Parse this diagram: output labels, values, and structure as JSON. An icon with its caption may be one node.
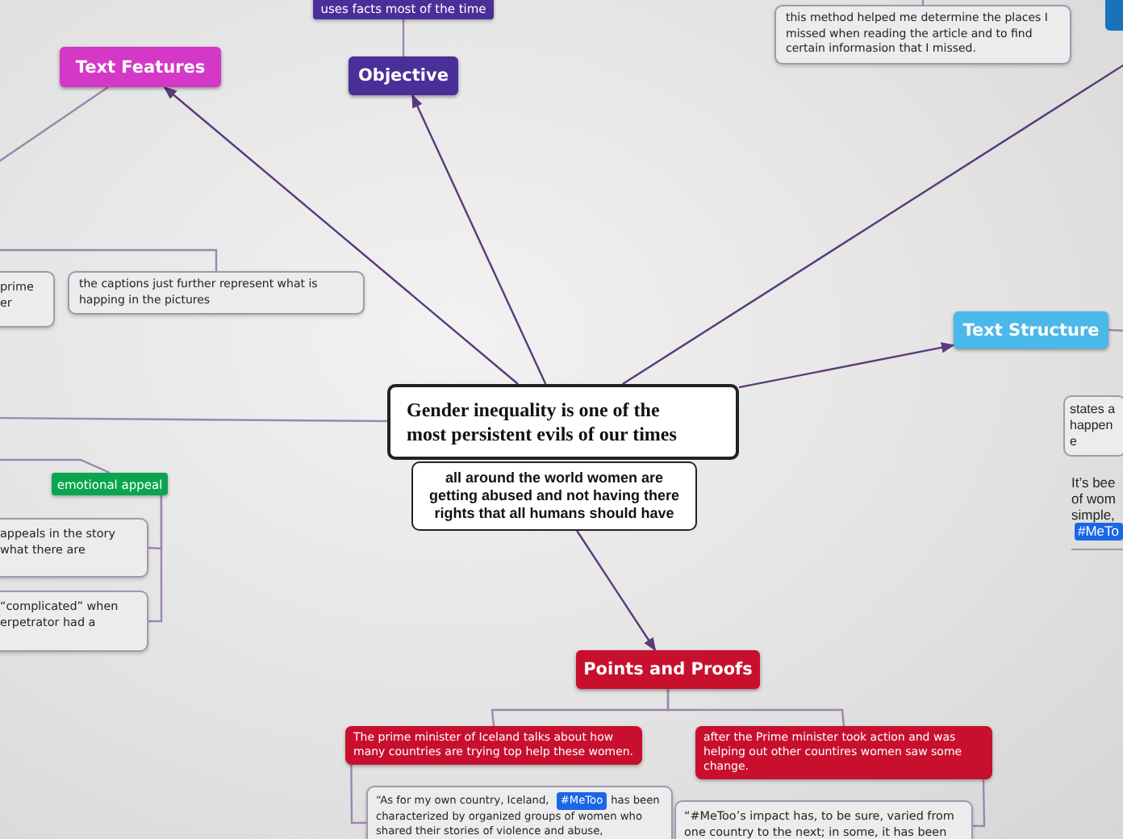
{
  "diagram": {
    "nodes": [
      {
        "text": [
          "Gender inequality is one of the most persistent evils of our times"
        ]
      },
      {
        "text": [
          "all around the world women are getting abused and not having there rights that all humans should have"
        ]
      },
      {
        "text": [
          "Text Features"
        ]
      },
      {
        "text": [
          "Objective"
        ]
      },
      {
        "text": [
          "uses facts most of the time"
        ]
      },
      {
        "text": [
          "this method helped me determine the places I missed when reading the article and to find certain informasion that I missed."
        ]
      },
      {
        "text": [],
        "shape": "box"
      },
      {
        "text": [
          "Text Structure"
        ]
      },
      {
        "text": [
          "states a happene"
        ]
      },
      {
        "text": [
          "It’s bee of wom simple,",
          "#MeTo"
        ]
      },
      {
        "text": [
          "prime er"
        ]
      },
      {
        "text": [
          "the captions just further represent what is happing in the pictures"
        ]
      },
      {
        "text": [
          "emotional appeal"
        ]
      },
      {
        "text": [
          "appeals in the story what there are"
        ]
      },
      {
        "text": [
          "“complicated” when erpetrator had a"
        ]
      },
      {
        "text": [
          "Points and Proofs"
        ]
      },
      {
        "text": [
          "The prime minister of Iceland talks about how many countries are trying top help these women."
        ]
      },
      {
        "text": [
          "after the Prime minister took action and was helping out other countires women saw some change."
        ]
      },
      {
        "text": [
          "“As for my own country, Iceland,",
          "#MeToo",
          "has been characterized by organized groups of women who shared their stories of violence and abuse,"
        ]
      },
      {
        "text": [
          "“#MeToo’s impact has, to be sure, varied from one country to the next; in some, it has been"
        ]
      }
    ],
    "edges": [
      {
        "from": 0,
        "to": 2,
        "arrow": "to"
      },
      {
        "from": 0,
        "to": 3,
        "arrow": "to"
      },
      {
        "from": 0,
        "to": null,
        "arrow": "none"
      },
      {
        "from": 0,
        "to": 7,
        "arrow": "to"
      },
      {
        "from": 1,
        "to": 15,
        "arrow": "to"
      },
      {
        "from": 0,
        "to": null,
        "arrow": "none"
      },
      {
        "from": 2,
        "to": null,
        "arrow": "none"
      },
      {
        "from": 3,
        "to": 4,
        "arrow": "none"
      },
      {
        "from": 5,
        "to": null,
        "arrow": "none"
      },
      {
        "from": 7,
        "to": null,
        "arrow": "none"
      },
      {
        "from": null,
        "to": 11,
        "arrow": "none"
      },
      {
        "from": null,
        "to": 12,
        "arrow": "none"
      },
      {
        "from": 12,
        "to": 13,
        "arrow": "none"
      },
      {
        "from": 12,
        "to": 14,
        "arrow": "none"
      },
      {
        "from": 15,
        "to": 16,
        "arrow": "none"
      },
      {
        "from": 15,
        "to": 17,
        "arrow": "none"
      },
      {
        "from": 16,
        "to": 18,
        "arrow": "none"
      },
      {
        "from": 17,
        "to": 19,
        "arrow": "none"
      }
    ]
  }
}
